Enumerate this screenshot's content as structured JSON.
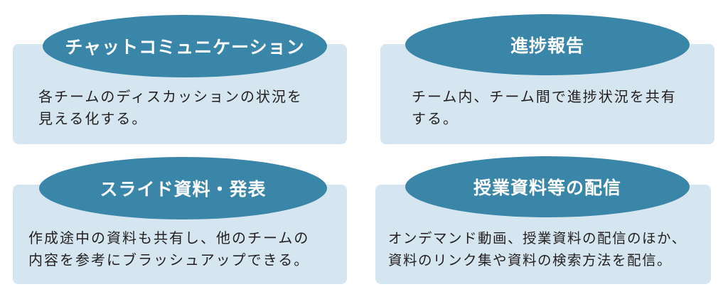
{
  "colors": {
    "card": "#d5e6f0",
    "pill": "#3a86a9",
    "text": "#231f20"
  },
  "cards": [
    {
      "title": "チャットコミュニケーション",
      "lines": [
        "各チームのディスカッションの状況を",
        "見える化する。"
      ]
    },
    {
      "title": "進捗報告",
      "lines": [
        "チーム内、チーム間で進捗状況を共有",
        "する。"
      ]
    },
    {
      "title": "スライド資料・発表",
      "lines": [
        "作成途中の資料も共有し、他のチームの",
        "内容を参考にブラッシュアップできる。"
      ]
    },
    {
      "title": "授業資料等の配信",
      "lines": [
        "オンデマンド動画、授業資料の配信のほか、",
        "資料のリンク集や資料の検索方法を配信。"
      ]
    }
  ]
}
